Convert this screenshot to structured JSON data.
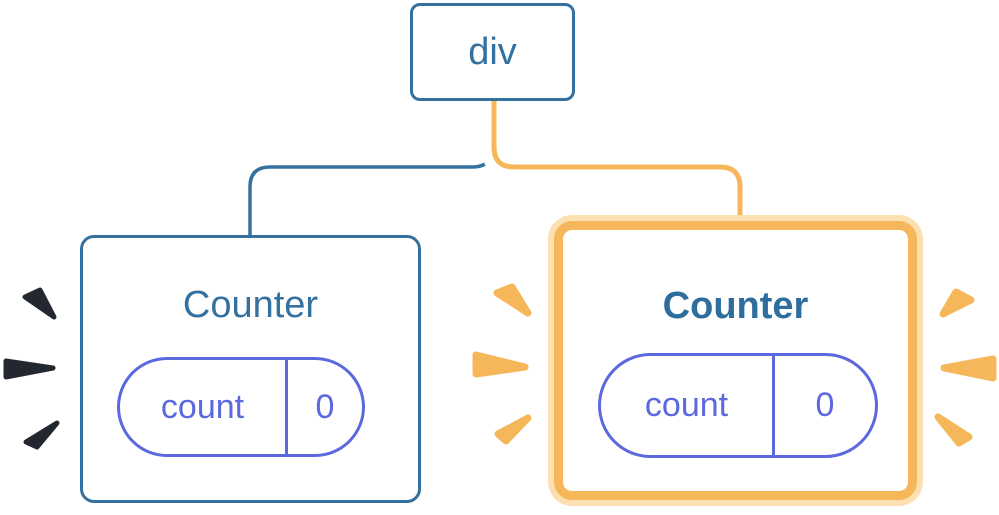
{
  "diagram": {
    "root": {
      "label": "div"
    },
    "left_counter": {
      "title": "Counter",
      "state": {
        "key": "count",
        "value": "0"
      },
      "highlighted": false
    },
    "right_counter": {
      "title": "Counter",
      "state": {
        "key": "count",
        "value": "0"
      },
      "highlighted": true
    }
  },
  "colors": {
    "blue": "#35719f",
    "blue_bold": "#2e6e9e",
    "purple": "#5b68de",
    "orange": "#f6b75b",
    "orange_light": "#fce0b2",
    "spark_dark": "#23272f"
  }
}
